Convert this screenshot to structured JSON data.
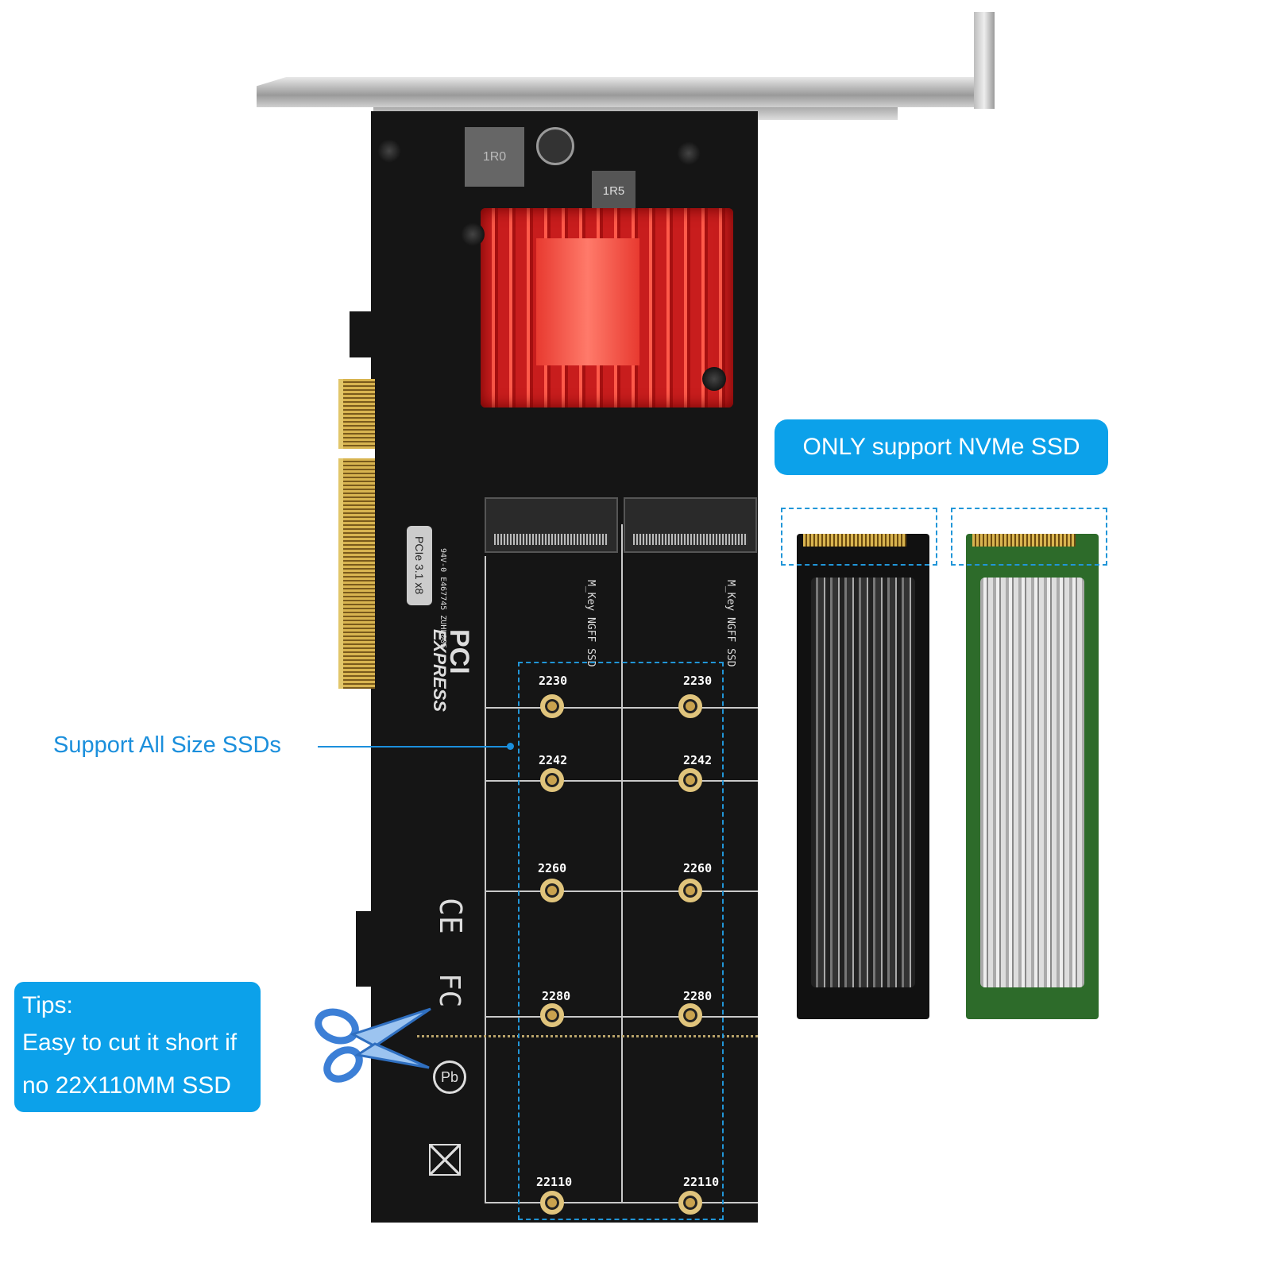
{
  "callouts": {
    "nvme": "ONLY support NVMe SSD",
    "sizes": "Support All Size SSDs",
    "tips_title": "Tips:",
    "tips_line1": "Easy to cut it short if",
    "tips_line2": "no 22X110MM SSD"
  },
  "board": {
    "pcie_badge": "PCIe 3.1 x8",
    "logo_top": "PCI",
    "logo_bottom": "EXPRESS",
    "slot_label": "M_Key NGFF SSD",
    "inductor_1": "1R0",
    "inductor_2": "1R5",
    "cert_text": "94V-0 E467745 ZUHL005",
    "sizes": [
      "2230",
      "2242",
      "2260",
      "2280",
      "22110"
    ],
    "marks": [
      "CE",
      "FC",
      "Pb"
    ]
  },
  "colors": {
    "accent": "#0ca1ea",
    "heatsink": "#d42020",
    "pcb": "#151515"
  }
}
